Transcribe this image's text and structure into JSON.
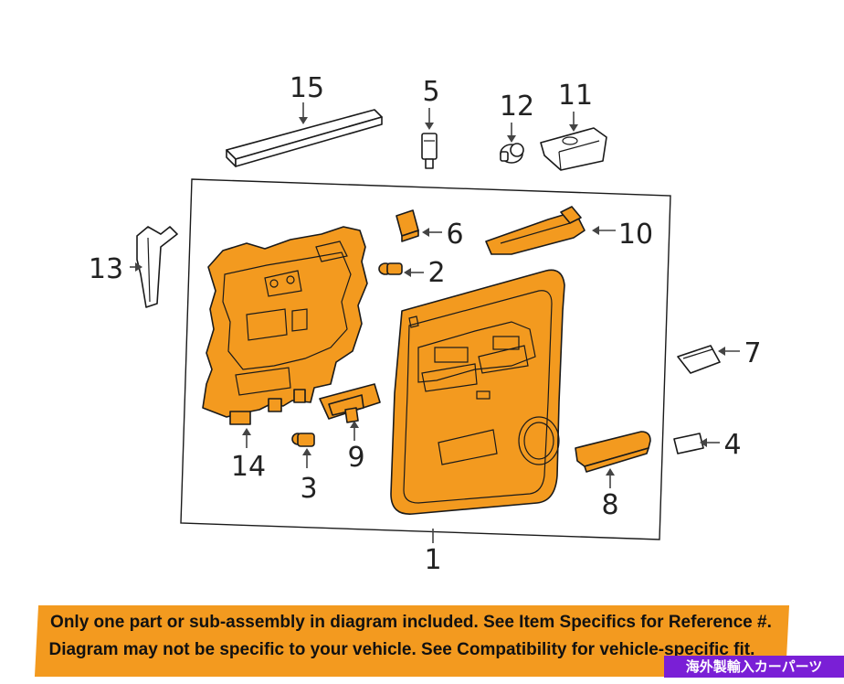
{
  "diagram": {
    "colors": {
      "part_fill": "#f39a1f",
      "outline": "#1a1a1a",
      "grey_part": "#ffffff",
      "banner": "#f39a1f",
      "badge": "#7a1fd6"
    },
    "callouts": [
      {
        "id": "1",
        "label": "1"
      },
      {
        "id": "2",
        "label": "2"
      },
      {
        "id": "3",
        "label": "3"
      },
      {
        "id": "4",
        "label": "4"
      },
      {
        "id": "5",
        "label": "5"
      },
      {
        "id": "6",
        "label": "6"
      },
      {
        "id": "7",
        "label": "7"
      },
      {
        "id": "8",
        "label": "8"
      },
      {
        "id": "9",
        "label": "9"
      },
      {
        "id": "10",
        "label": "10"
      },
      {
        "id": "11",
        "label": "11"
      },
      {
        "id": "12",
        "label": "12"
      },
      {
        "id": "13",
        "label": "13"
      },
      {
        "id": "14",
        "label": "14"
      },
      {
        "id": "15",
        "label": "15"
      }
    ]
  },
  "disclaimer": {
    "line1": "Only one part or sub-assembly in diagram included. See Item Specifics for Reference #.",
    "line2": "Diagram may not be specific to your vehicle. See Compatibility for vehicle-specific fit."
  },
  "badge": {
    "text": "海外製輸入カーパーツ"
  }
}
